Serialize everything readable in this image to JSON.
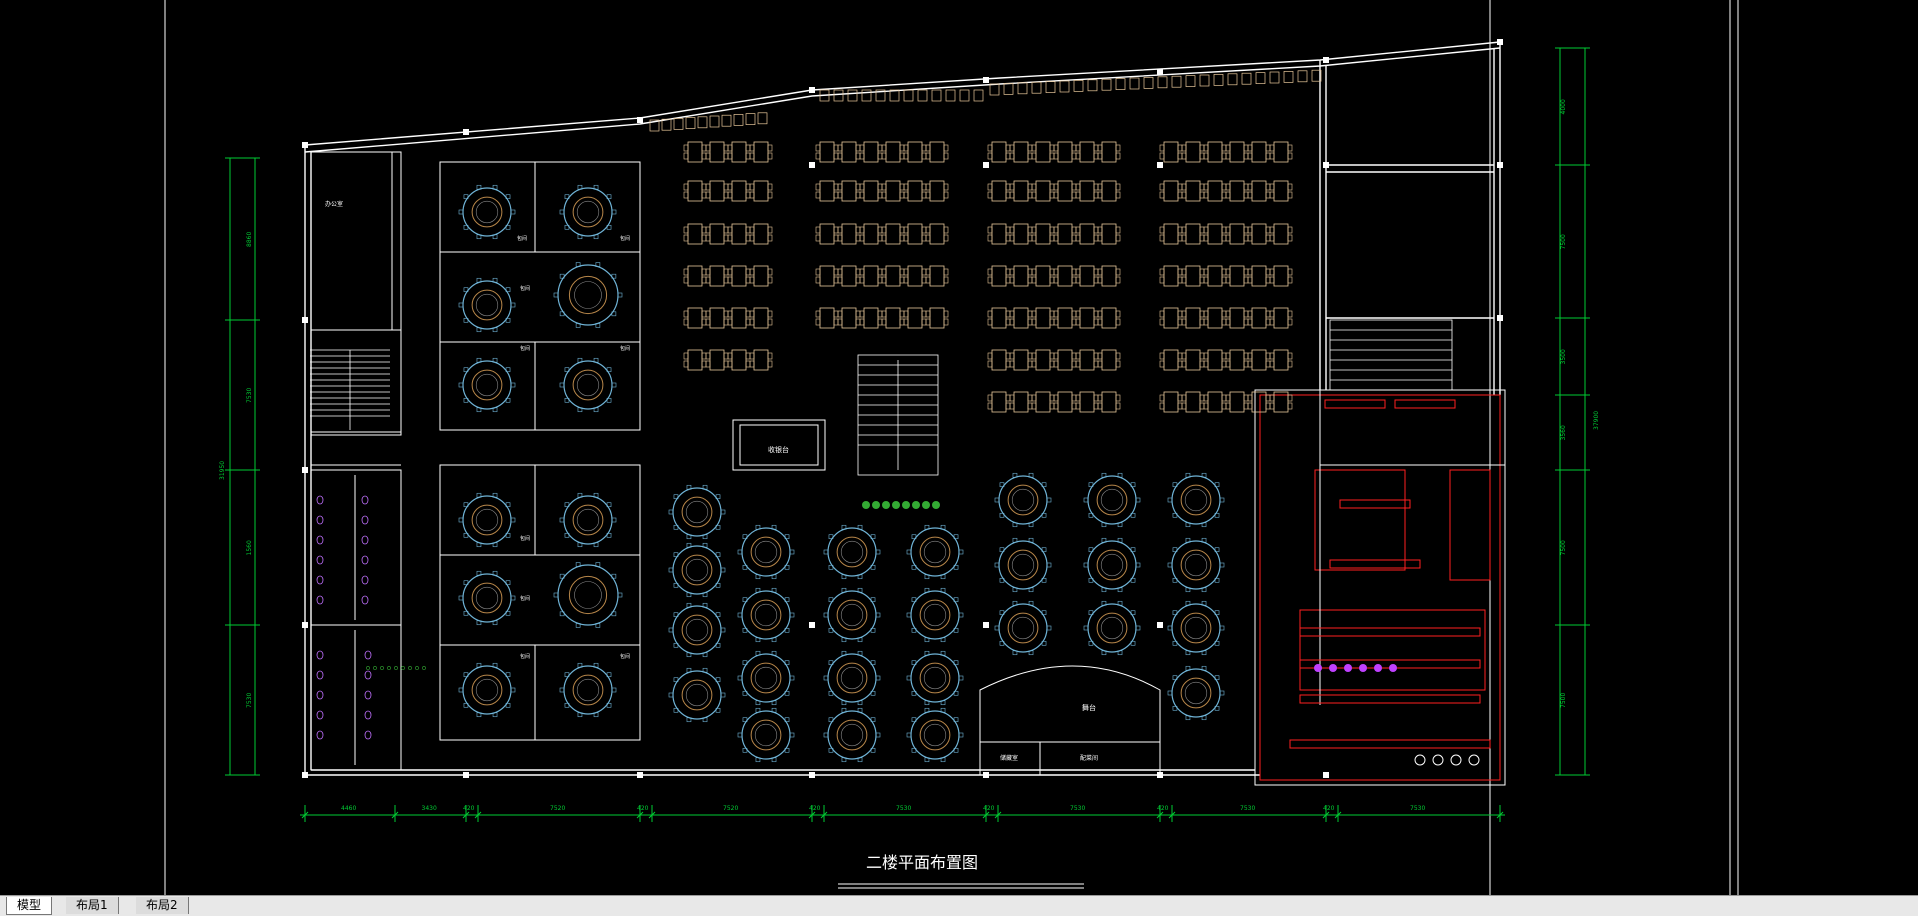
{
  "drawing": {
    "title": "二楼平面布置图",
    "dim_bottom": [
      "4460",
      "3430",
      "420",
      "7520",
      "420",
      "7520",
      "420",
      "7530",
      "420",
      "7530",
      "420",
      "7530",
      "420",
      "7530"
    ],
    "dim_left_total": "31950",
    "dim_right_total": "37900",
    "dim_left": [
      "8860",
      "7530",
      "1560",
      "7530"
    ],
    "dim_right": [
      "4000",
      "7500",
      "3500",
      "3560",
      "7500",
      "7500"
    ],
    "room_labels": {
      "office": "办公室",
      "private": "包间",
      "stage": "舞台",
      "cashier": "收银台",
      "storage1": "储藏室",
      "storage2": "配菜间"
    }
  },
  "colors": {
    "wall": "#ffffff",
    "dimension": "#00cc33",
    "chair": "#e8c79a",
    "round_chair": "#6fb3d6",
    "round_table": "#b8874a",
    "kitchen": "#ff2020",
    "toilet": "#c070ff",
    "plant": "#33aa33",
    "accent": "#22c4e6"
  },
  "tabs": [
    {
      "label": "模型",
      "active": true
    },
    {
      "label": "布局1",
      "active": false
    },
    {
      "label": "布局2",
      "active": false
    }
  ]
}
